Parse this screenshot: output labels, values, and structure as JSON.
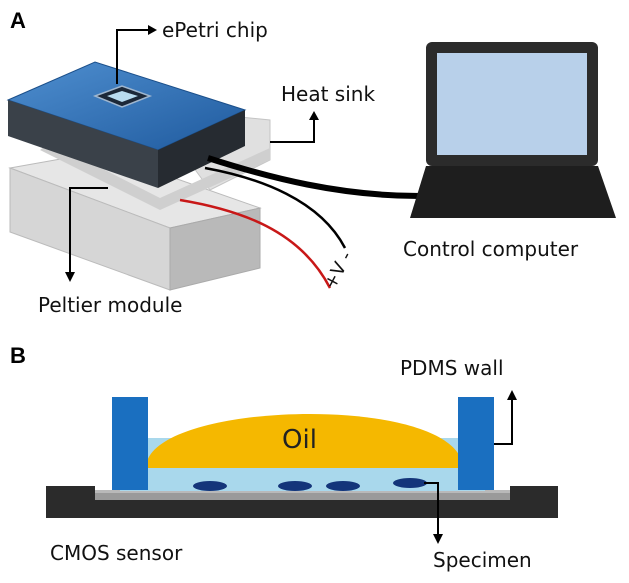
{
  "panel_a": {
    "letter": "A",
    "labels": {
      "chip": "ePetri chip",
      "heat_sink": "Heat sink",
      "peltier": "Peltier module",
      "computer": "Control computer",
      "voltage": "+V -"
    }
  },
  "panel_b": {
    "letter": "B",
    "labels": {
      "pdms": "PDMS wall",
      "oil": "Oil",
      "cmos": "CMOS sensor",
      "specimen": "Specimen"
    }
  },
  "colors": {
    "chip_top": "#2f6fb5",
    "chip_side": "#333a44",
    "heat_sink": "#d8d8d8",
    "peltier": "#cfcfcf",
    "screen": "#b8d0ea",
    "pdms": "#1a6fc0",
    "oil": "#f5b800",
    "medium": "#a9d8ec",
    "cell": "#14357a",
    "base": "#2b2b2b",
    "cmos": "#9a9a9a",
    "red_wire": "#c81818"
  }
}
